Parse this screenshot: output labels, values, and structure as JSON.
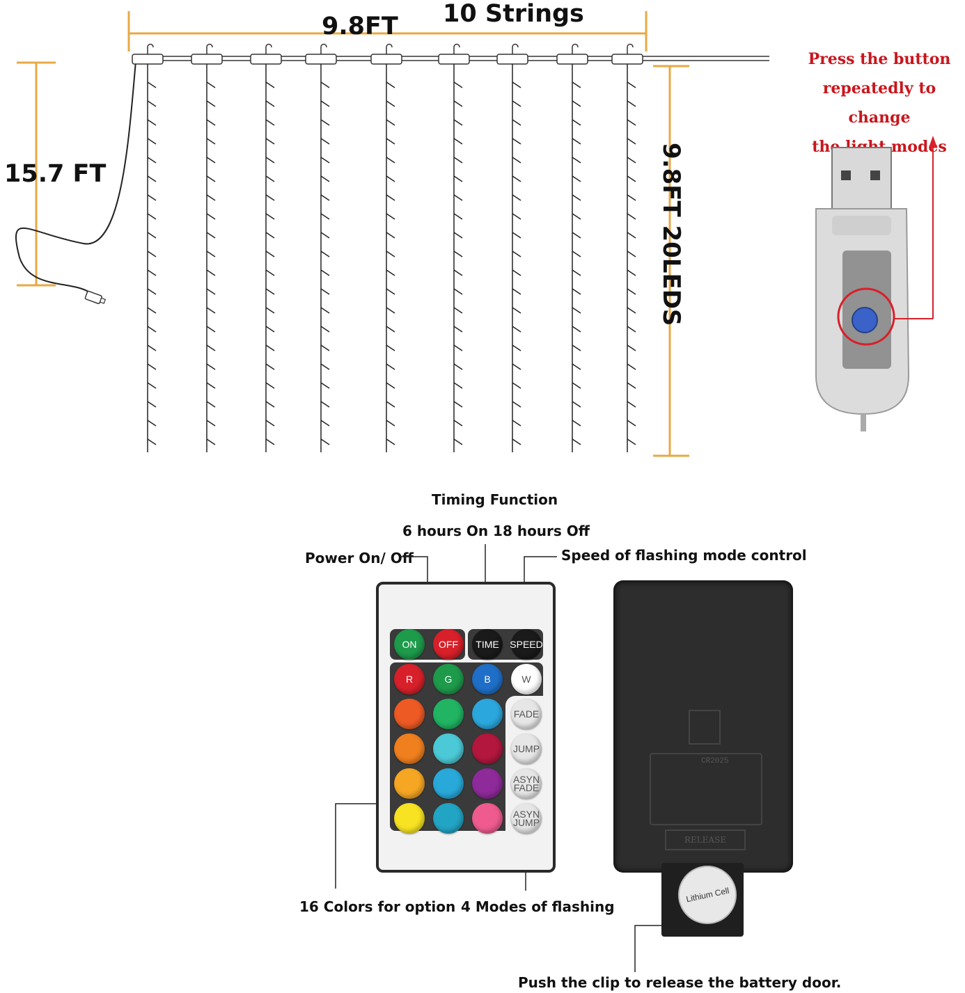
{
  "dimensions": {
    "width_label": "9.8FT",
    "strings_label": "10 Strings",
    "height_label": "9.8FT 20LEDS",
    "cable_label": "15.7 FT"
  },
  "usb": {
    "note": "Press the button repeatedly to change the light modes",
    "note_lines": [
      "Press the button",
      "repeatedly to change",
      "the light modes"
    ]
  },
  "remote": {
    "timing_title": "Timing Function",
    "timing_detail": "6 hours On 18 hours Off",
    "power_label": "Power On/ Off",
    "speed_label": "Speed of flashing mode control",
    "colors_label": "16 Colors for option",
    "modes_label": "4 Modes of flashing",
    "top_buttons": [
      {
        "label": "ON",
        "color": "#1e9a4b"
      },
      {
        "label": "OFF",
        "color": "#d8202a"
      },
      {
        "label": "TIME",
        "color": "#1a1a1a"
      },
      {
        "label": "SPEED",
        "color": "#1a1a1a"
      }
    ],
    "rgbw_buttons": [
      {
        "label": "R",
        "color": "#d8202a"
      },
      {
        "label": "G",
        "color": "#1e9a4b"
      },
      {
        "label": "B",
        "color": "#1f6fc8"
      },
      {
        "label": "W",
        "color": "#ffffff"
      }
    ],
    "color_grid": [
      [
        "#ee5a24",
        "#20b463",
        "#2ba7dd"
      ],
      [
        "#f07f1e",
        "#4cc9d6",
        "#b3173d"
      ],
      [
        "#f5a623",
        "#29a9d9",
        "#8e2a9a"
      ],
      [
        "#f7e322",
        "#22a4c4",
        "#ef5b8f"
      ]
    ],
    "mode_buttons": [
      "FADE",
      "JUMP",
      "ASYN FADE",
      "ASYN JUMP"
    ]
  },
  "battery": {
    "clip_note": "Push the clip to release the battery door.",
    "cell_label": "Lithium Cell",
    "release_label": "RELEASE",
    "cell_model": "CR2025"
  },
  "colors": {
    "dimension_line": "#e8a845",
    "red_note": "#c8161d",
    "button_blue": "#3a62c8"
  }
}
